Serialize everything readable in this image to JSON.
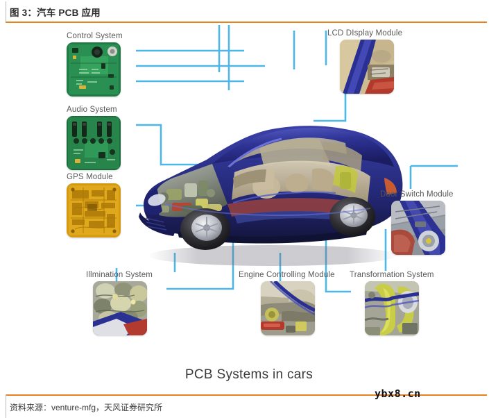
{
  "header": {
    "figure_title": "图 3：汽车 PCB 应用",
    "accent_color": "#e8821e"
  },
  "footer": {
    "source_text": "资料来源：venture-mfg，天风证券研究所",
    "watermark": "ybx8.cn"
  },
  "diagram": {
    "caption": "PCB Systems in cars",
    "connector_color": "#4db8e8",
    "car_body_color": "#2c2f8f",
    "modules": [
      {
        "id": "control-system",
        "label": "Control System",
        "kind": "pcb-green"
      },
      {
        "id": "audio-system",
        "label": "Audio System",
        "kind": "pcb-green-caps"
      },
      {
        "id": "gps-module",
        "label": "GPS Module",
        "kind": "pcb-gold"
      },
      {
        "id": "lcd-display-module",
        "label": "LCD DIsplay Module",
        "kind": "photo-interior"
      },
      {
        "id": "door-switch-module",
        "label": "Door Switch Module",
        "kind": "photo-door"
      },
      {
        "id": "illmination-system",
        "label": "Illmination System",
        "kind": "photo-lamp"
      },
      {
        "id": "engine-controlling-module",
        "label": "Engine Controlling Module",
        "kind": "photo-engine"
      },
      {
        "id": "transformation-system",
        "label": "Transformation System",
        "kind": "photo-transform"
      }
    ]
  }
}
